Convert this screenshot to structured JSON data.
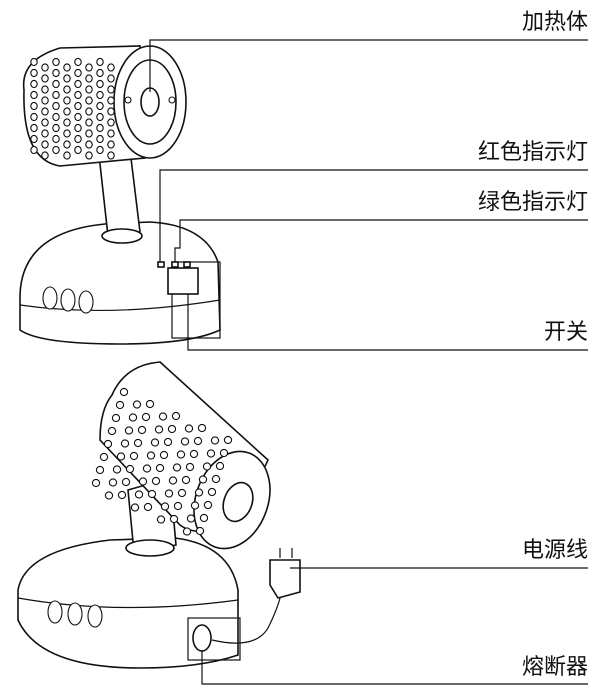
{
  "labels": {
    "heater": "加热体",
    "red_led": "红色指示灯",
    "green_led": "绿色指示灯",
    "switch": "开关",
    "power_cord": "电源线",
    "fuse": "熔断器"
  }
}
